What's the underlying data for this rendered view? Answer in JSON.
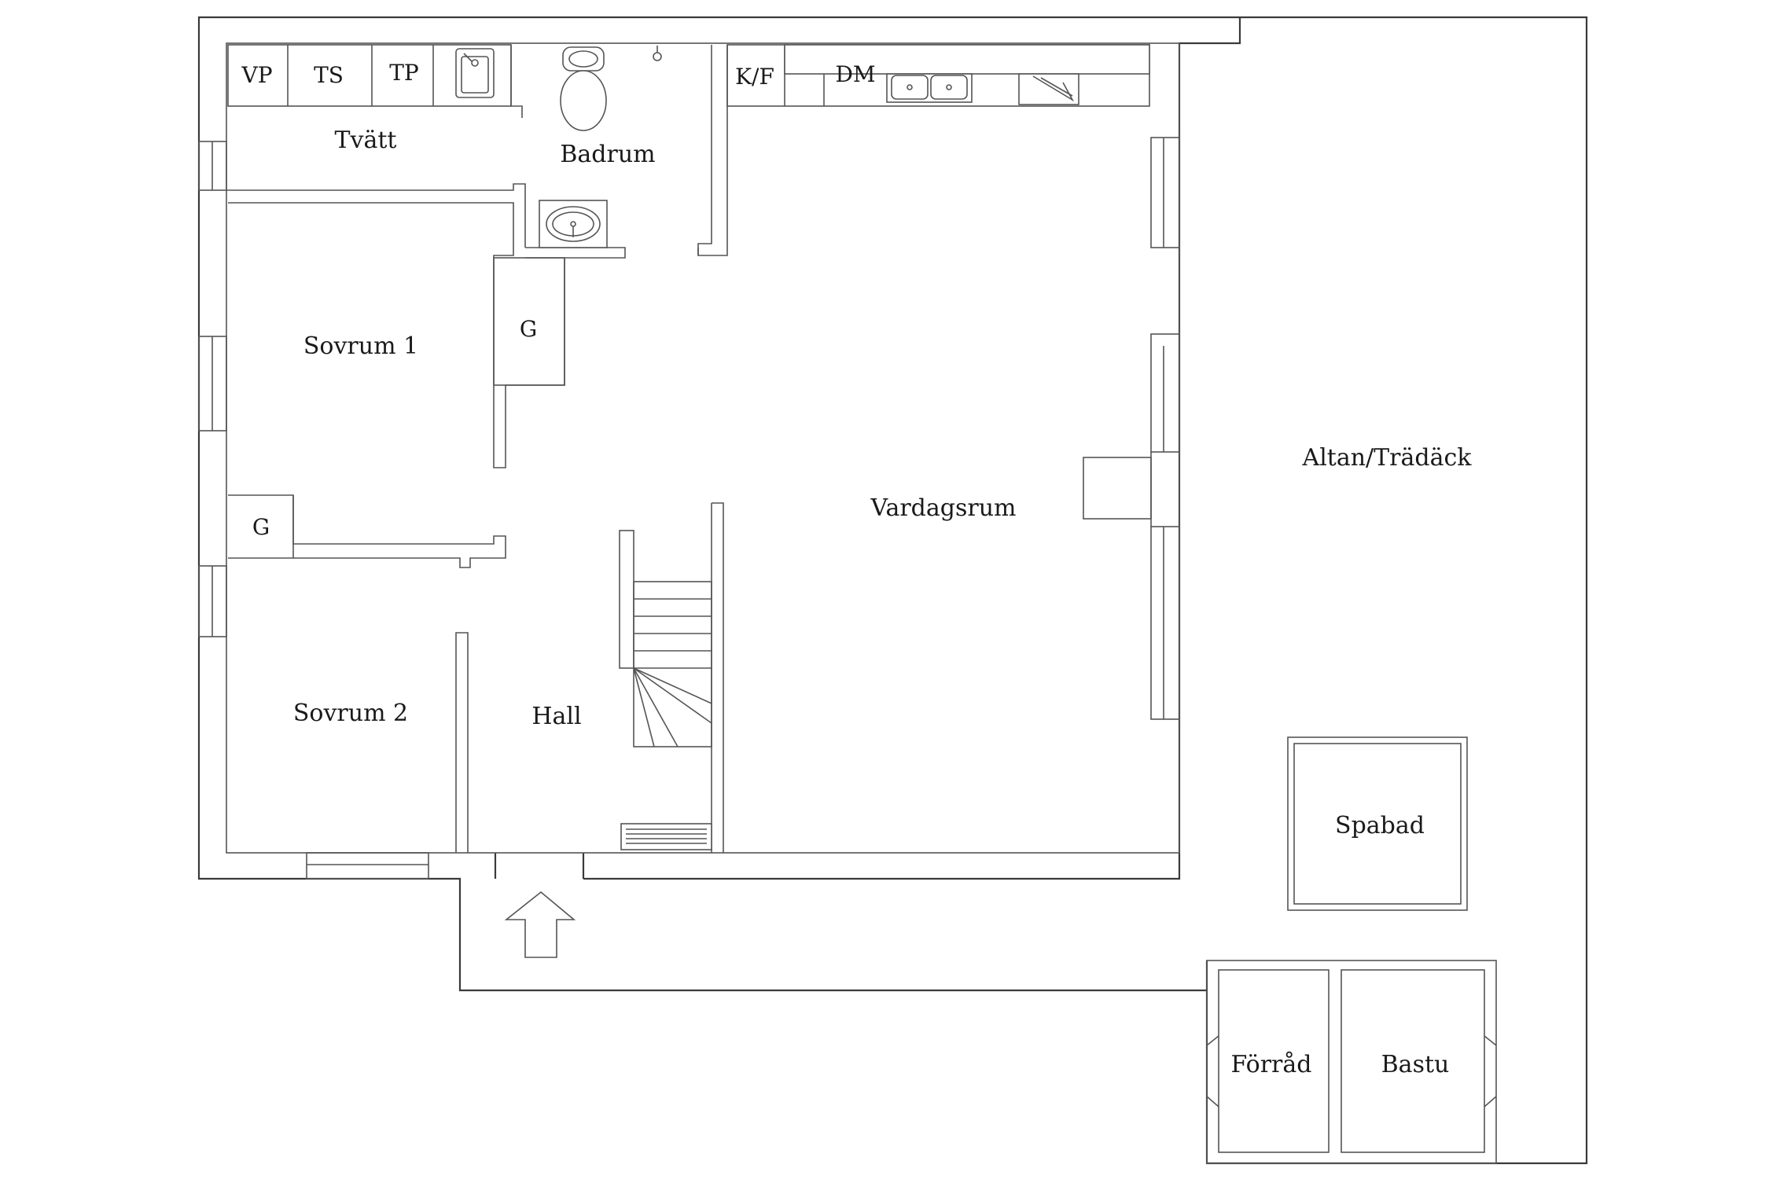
{
  "floorplan": {
    "rooms": {
      "tvatt": "Tvätt",
      "badrum": "Badrum",
      "sovrum1": "Sovrum 1",
      "sovrum2": "Sovrum 2",
      "hall": "Hall",
      "vardagsrum": "Vardagsrum",
      "altan": "Altan/Trädäck",
      "spabad": "Spabad",
      "forrad": "Förråd",
      "bastu": "Bastu"
    },
    "fixtures": {
      "vp": "VP",
      "ts": "TS",
      "tp": "TP",
      "kf": "K/F",
      "dm": "DM",
      "garderob_1": "G",
      "garderob_2": "G"
    },
    "icons": {
      "entrance": "entrance-arrow-icon",
      "toilet": "toilet-icon",
      "sink": "sink-icon",
      "stairs": "stairs-icon"
    },
    "colors": {
      "line": "#3a3a3a",
      "background": "#ffffff",
      "text": "#1a1a1a"
    }
  }
}
